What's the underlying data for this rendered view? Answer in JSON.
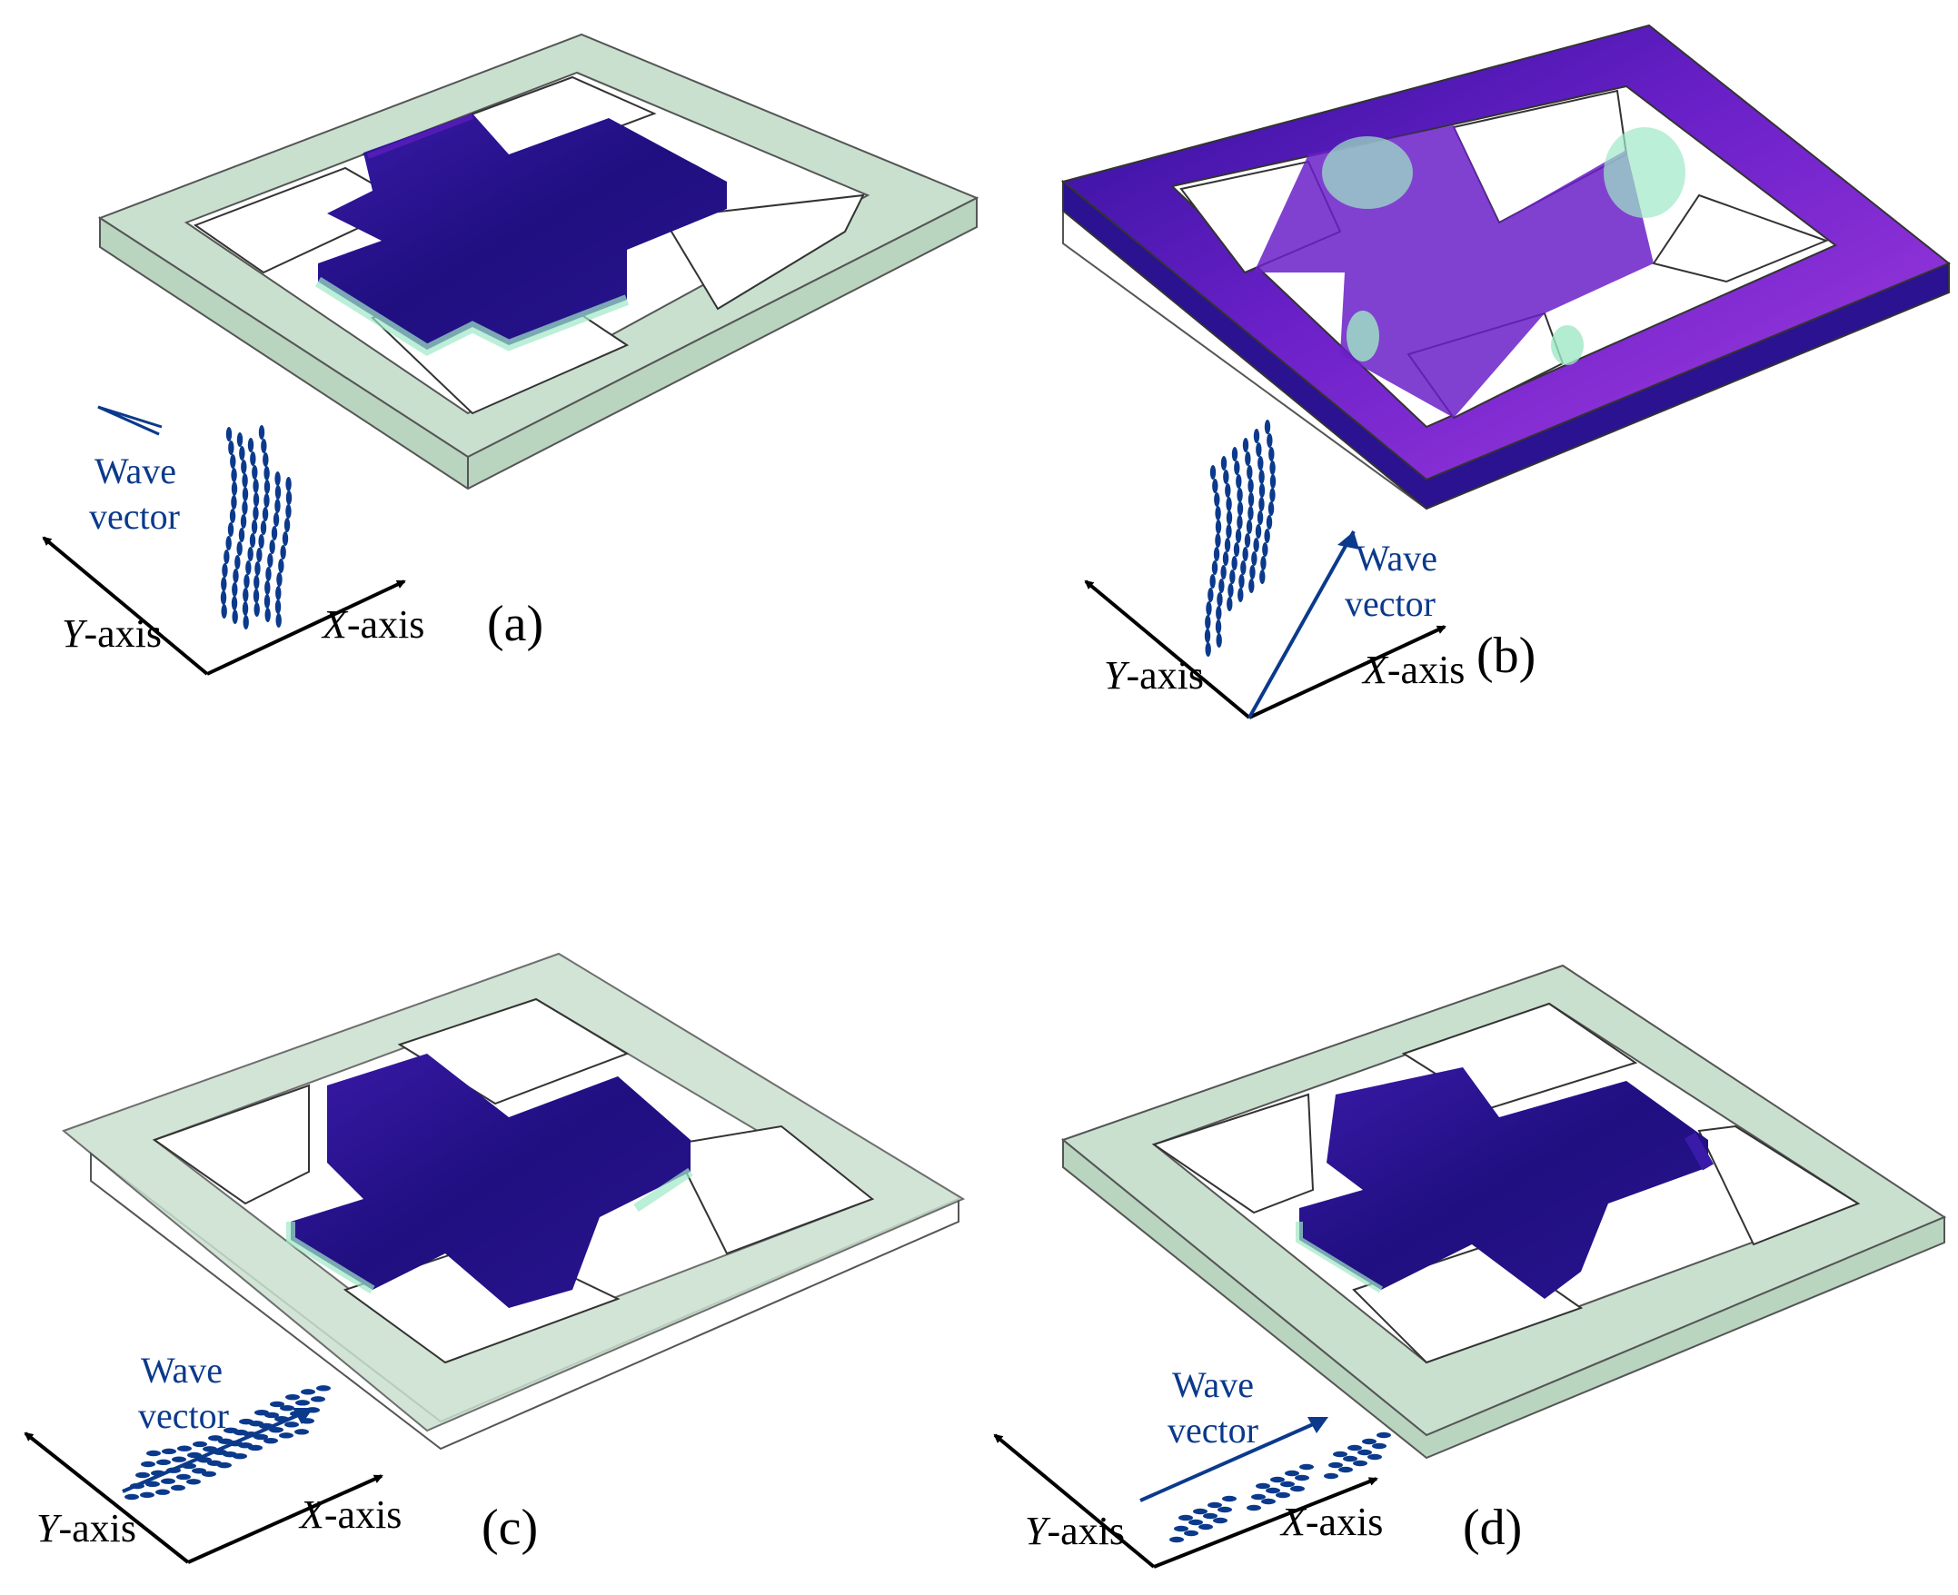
{
  "colors": {
    "frame_green": "#c9e0cf",
    "frame_green_dark": "#a9c8b2",
    "cross_navy": "#23128a",
    "cross_purple": "#6a20c8",
    "glow_green": "#9fe8c6",
    "wave_blue": "#0b3a8c",
    "outline": "#000000"
  },
  "panels": [
    {
      "label": "(a)",
      "x_axis": {
        "italic": "X",
        "rest": "-axis"
      },
      "y_axis": {
        "italic": "Y",
        "rest": "-axis"
      },
      "wave_label_line1": "Wave",
      "wave_label_line2": "vector",
      "dots_icon": "vertical-ellipse-dot-array-icon"
    },
    {
      "label": "(b)",
      "x_axis": {
        "italic": "X",
        "rest": "-axis"
      },
      "y_axis": {
        "italic": "Y",
        "rest": "-axis"
      },
      "wave_label_line1": "Wave",
      "wave_label_line2": "vector",
      "dots_icon": "vertical-ellipse-dot-array-icon"
    },
    {
      "label": "(c)",
      "x_axis": {
        "italic": "X",
        "rest": "-axis"
      },
      "y_axis": {
        "italic": "Y",
        "rest": "-axis"
      },
      "wave_label_line1": "Wave",
      "wave_label_line2": "vector",
      "dots_icon": "horizontal-ellipse-dot-array-icon"
    },
    {
      "label": "(d)",
      "x_axis": {
        "italic": "X",
        "rest": "-axis"
      },
      "y_axis": {
        "italic": "Y",
        "rest": "-axis"
      },
      "wave_label_line1": "Wave",
      "wave_label_line2": "vector",
      "dots_icon": "horizontal-ellipse-dot-array-icon"
    }
  ]
}
